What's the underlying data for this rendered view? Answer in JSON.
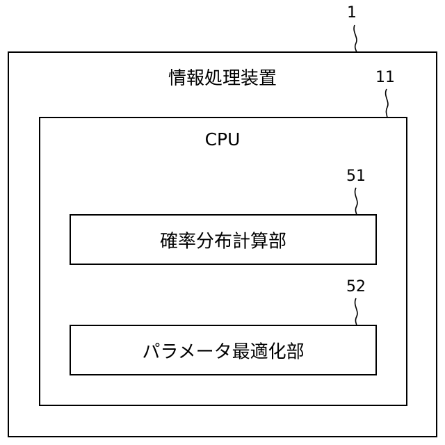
{
  "device": {
    "title": "情報処理装置",
    "ref": "1"
  },
  "cpu": {
    "title": "CPU",
    "ref": "11"
  },
  "units": [
    {
      "label": "確率分布計算部",
      "ref": "51"
    },
    {
      "label": "パラメータ最適化部",
      "ref": "52"
    }
  ]
}
